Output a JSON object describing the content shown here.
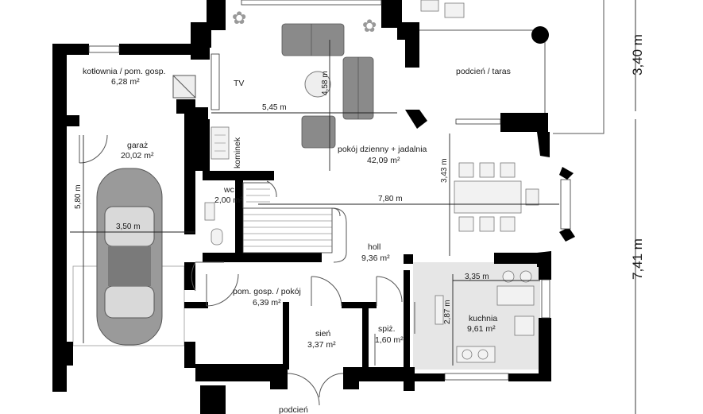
{
  "rooms": {
    "kotlownia": {
      "name": "kotłownia / pom. gosp.",
      "area": "6,28 m²"
    },
    "garaz": {
      "name": "garaż",
      "area": "20,02 m²"
    },
    "wc": {
      "name": "wc",
      "area": "2,00 m²"
    },
    "pokoj": {
      "name": "pokój dzienny + jadalnia",
      "area": "42,09 m²"
    },
    "holl": {
      "name": "holl",
      "area": "9,36 m²"
    },
    "pom": {
      "name": "pom. gosp. / pokój",
      "area": "6,39 m²"
    },
    "sien": {
      "name": "sień",
      "area": "3,37 m²"
    },
    "spiz": {
      "name": "spiż.",
      "area": "1,60 m²"
    },
    "kuchnia": {
      "name": "kuchnia",
      "area": "9,61 m²"
    }
  },
  "labels": {
    "podcien_taras": "podcień / taras",
    "podcien": "podcień",
    "tv": "TV",
    "kominek": "kominek"
  },
  "dimensions": {
    "d545": "5,45 m",
    "d458": "4,58 m",
    "d343": "3,43 m",
    "d780": "7,80 m",
    "d580": "5,80 m",
    "d350": "3,50 m",
    "d335": "3,35 m",
    "d287": "2,87 m",
    "d340": "3,40 m",
    "d741": "7,41 m"
  }
}
